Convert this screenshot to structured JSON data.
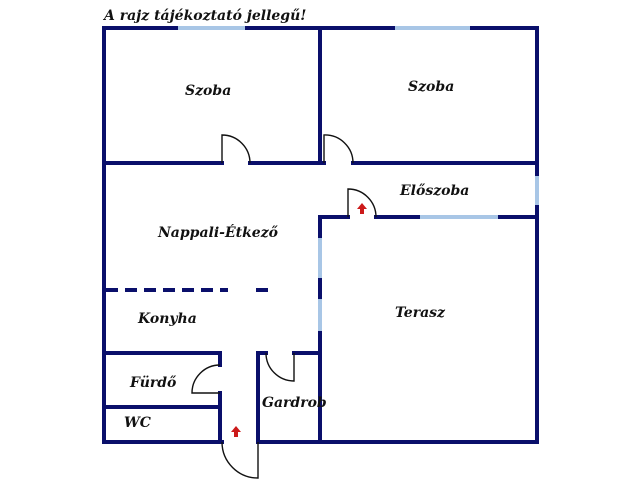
{
  "title": "A rajz tájékoztató jellegű!",
  "colors": {
    "wall": "#0a0f6b",
    "window": "#a8c6e6",
    "door_arc": "#111111",
    "entry_arrow": "#cc1a1a",
    "background": "#ffffff"
  },
  "rooms": [
    {
      "id": "szoba-1",
      "label": "Szoba"
    },
    {
      "id": "szoba-2",
      "label": "Szoba"
    },
    {
      "id": "eloszoba",
      "label": "Előszoba"
    },
    {
      "id": "nappali-etkezo",
      "label": "Nappali-Étkező"
    },
    {
      "id": "konyha",
      "label": "Konyha"
    },
    {
      "id": "terasz",
      "label": "Terasz"
    },
    {
      "id": "furdo",
      "label": "Fürdő"
    },
    {
      "id": "wc",
      "label": "WC"
    },
    {
      "id": "gardrob",
      "label": "Gardrob"
    }
  ]
}
